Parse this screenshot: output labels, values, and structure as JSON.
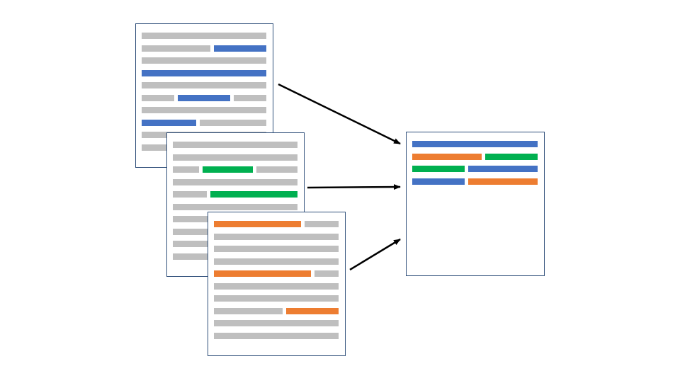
{
  "colors": {
    "text_line": "#bfbfbf",
    "blue": "#4472c4",
    "green": "#00b050",
    "orange": "#ed7d31",
    "frame": "#2f4f7a",
    "arrow": "#000000"
  },
  "documents": [
    {
      "name": "source-document-blue",
      "rows": [
        [
          {
            "w": 1,
            "c": "text_line"
          }
        ],
        [
          {
            "w": 0.57,
            "c": "text_line"
          },
          {
            "w": 0.43,
            "c": "blue"
          }
        ],
        [
          {
            "w": 1,
            "c": "text_line"
          }
        ],
        [
          {
            "w": 1,
            "c": "blue"
          }
        ],
        [
          {
            "w": 1,
            "c": "text_line"
          }
        ],
        [
          {
            "w": 0.28,
            "c": "text_line"
          },
          {
            "w": 0.44,
            "c": "blue"
          },
          {
            "w": 0.28,
            "c": "text_line"
          }
        ],
        [
          {
            "w": 1,
            "c": "text_line"
          }
        ],
        [
          {
            "w": 0.45,
            "c": "blue"
          },
          {
            "w": 0.55,
            "c": "text_line"
          }
        ],
        [
          {
            "w": 1,
            "c": "text_line"
          }
        ],
        [
          {
            "w": 1,
            "c": "text_line"
          }
        ]
      ]
    },
    {
      "name": "source-document-green",
      "rows": [
        [
          {
            "w": 1,
            "c": "text_line"
          }
        ],
        [
          {
            "w": 1,
            "c": "text_line"
          }
        ],
        [
          {
            "w": 0.22,
            "c": "text_line"
          },
          {
            "w": 0.43,
            "c": "green"
          },
          {
            "w": 0.35,
            "c": "text_line"
          }
        ],
        [
          {
            "w": 1,
            "c": "text_line"
          }
        ],
        [
          {
            "w": 0.28,
            "c": "text_line"
          },
          {
            "w": 0.72,
            "c": "green"
          }
        ],
        [
          {
            "w": 1,
            "c": "text_line"
          }
        ],
        [
          {
            "w": 1,
            "c": "text_line"
          }
        ],
        [
          {
            "w": 1,
            "c": "text_line"
          }
        ],
        [
          {
            "w": 1,
            "c": "text_line"
          }
        ],
        [
          {
            "w": 1,
            "c": "text_line"
          }
        ]
      ]
    },
    {
      "name": "source-document-orange",
      "rows": [
        [
          {
            "w": 0.72,
            "c": "orange"
          },
          {
            "w": 0.28,
            "c": "text_line"
          }
        ],
        [
          {
            "w": 1,
            "c": "text_line"
          }
        ],
        [
          {
            "w": 1,
            "c": "text_line"
          }
        ],
        [
          {
            "w": 1,
            "c": "text_line"
          }
        ],
        [
          {
            "w": 0.8,
            "c": "orange"
          },
          {
            "w": 0.2,
            "c": "text_line"
          }
        ],
        [
          {
            "w": 1,
            "c": "text_line"
          }
        ],
        [
          {
            "w": 1,
            "c": "text_line"
          }
        ],
        [
          {
            "w": 0.57,
            "c": "text_line"
          },
          {
            "w": 0.43,
            "c": "orange"
          }
        ],
        [
          {
            "w": 1,
            "c": "text_line"
          }
        ],
        [
          {
            "w": 1,
            "c": "text_line"
          }
        ]
      ]
    },
    {
      "name": "merged-document",
      "rows": [
        [
          {
            "w": 1,
            "c": "blue"
          }
        ],
        [
          {
            "w": 0.57,
            "c": "orange"
          },
          {
            "w": 0.43,
            "c": "green"
          }
        ],
        [
          {
            "w": 0.43,
            "c": "green"
          },
          {
            "w": 0.57,
            "c": "blue"
          }
        ],
        [
          {
            "w": 0.43,
            "c": "blue"
          },
          {
            "w": 0.57,
            "c": "orange"
          }
        ]
      ]
    }
  ]
}
